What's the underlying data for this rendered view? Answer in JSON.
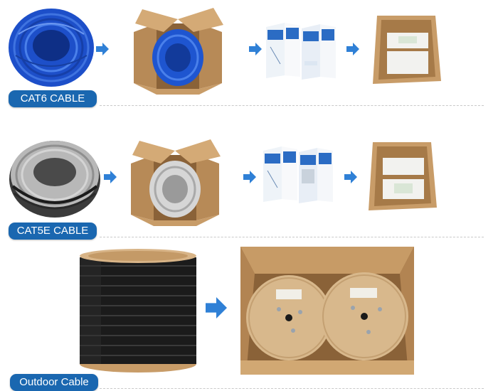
{
  "labels": {
    "cat6": "CAT6 CABLE",
    "cat5e": "CAT5E CABLE",
    "outdoor": "Outdoor Cable"
  },
  "colors": {
    "label_bg": "#1a67b0",
    "arrow": "#2f80d6",
    "cable_blue": "#1d4fc9",
    "cable_gray": "#b8b8b8",
    "cable_black": "#1b1b1b",
    "cardboard": "#c89c68"
  },
  "icons": [
    "arrow-right-icon"
  ]
}
